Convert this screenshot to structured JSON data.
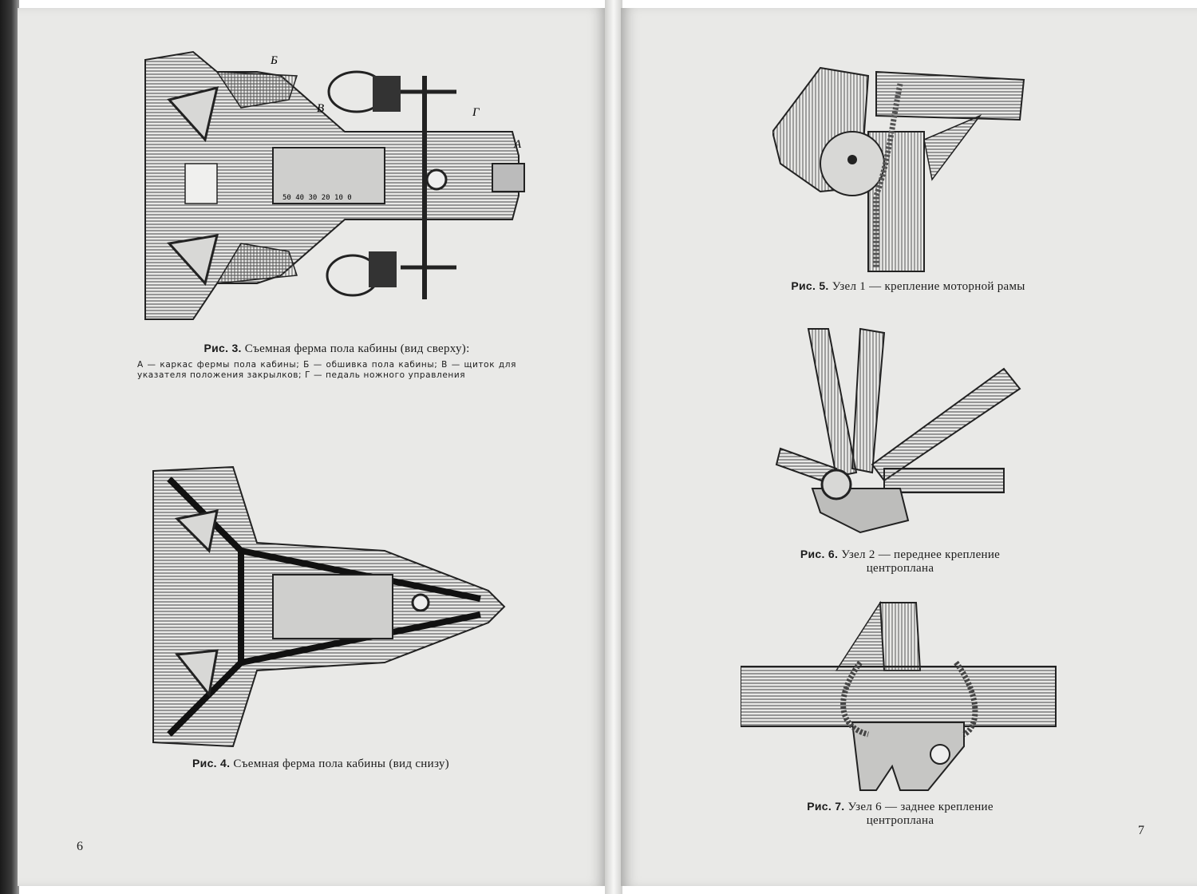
{
  "left_page": {
    "page_number": "6",
    "fig3": {
      "label": "Рис. 3.",
      "title": "Съемная ферма пола кабины (вид сверху):",
      "legend": "А — каркас фермы пола кабины; Б — обшивка пола кабины; В — щиток для указателя положения закрылков; Г — педаль ножного управления",
      "callouts": {
        "a": "А",
        "b": "Б",
        "v": "В",
        "g": "Г"
      },
      "scale_text": "50 40 30 20 10 0"
    },
    "fig4": {
      "label": "Рис. 4.",
      "title": "Съемная ферма пола кабины (вид снизу)"
    }
  },
  "right_page": {
    "page_number": "7",
    "fig5": {
      "label": "Рис. 5.",
      "title": "Узел 1 — крепление моторной рамы"
    },
    "fig6": {
      "label": "Рис. 6.",
      "title": "Узел 2 — переднее крепление центроплана"
    },
    "fig7": {
      "label": "Рис. 7.",
      "title": "Узел 6 — заднее крепление центроплана"
    }
  }
}
